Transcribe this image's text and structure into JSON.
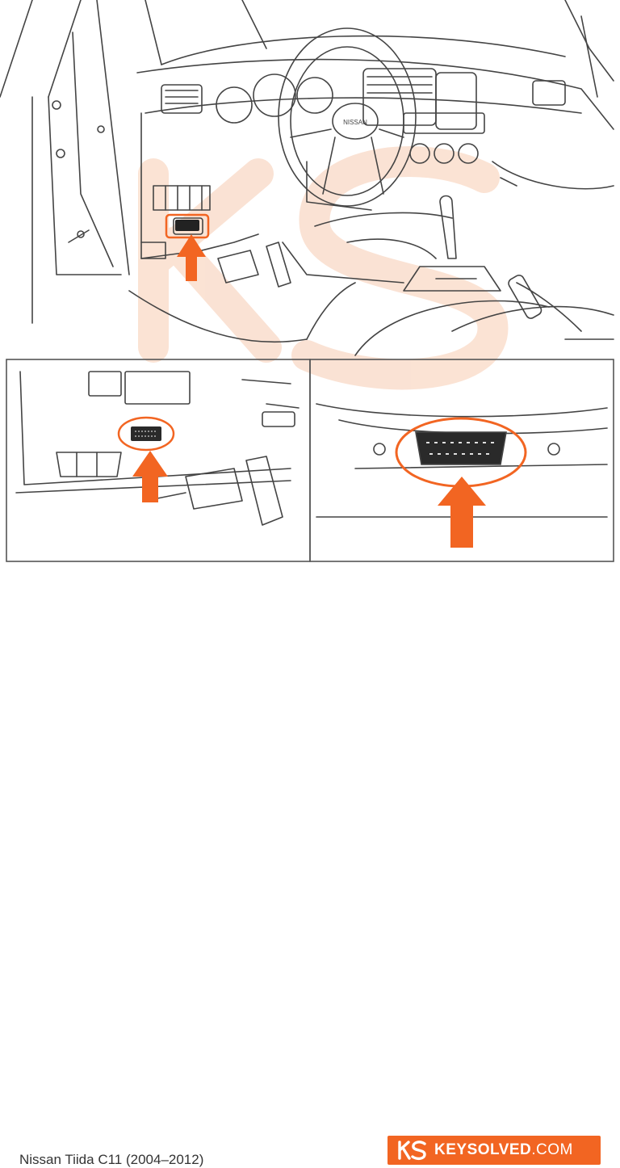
{
  "colors": {
    "accent": "#F26522",
    "line": "#444444",
    "watermark": "#F9D9C6",
    "frame": "#555555"
  },
  "icons": {
    "watermark": "keysolved-ks-watermark",
    "arrow": "arrow-up-icon",
    "logo": "keysolved-logo"
  },
  "caption": "Nissan Tiida C11 (2004–2012)",
  "brand": {
    "name": "KEYSOLVED",
    "domain": ".COM",
    "logo_text": "KS"
  },
  "steering_badge": "NISSAN"
}
